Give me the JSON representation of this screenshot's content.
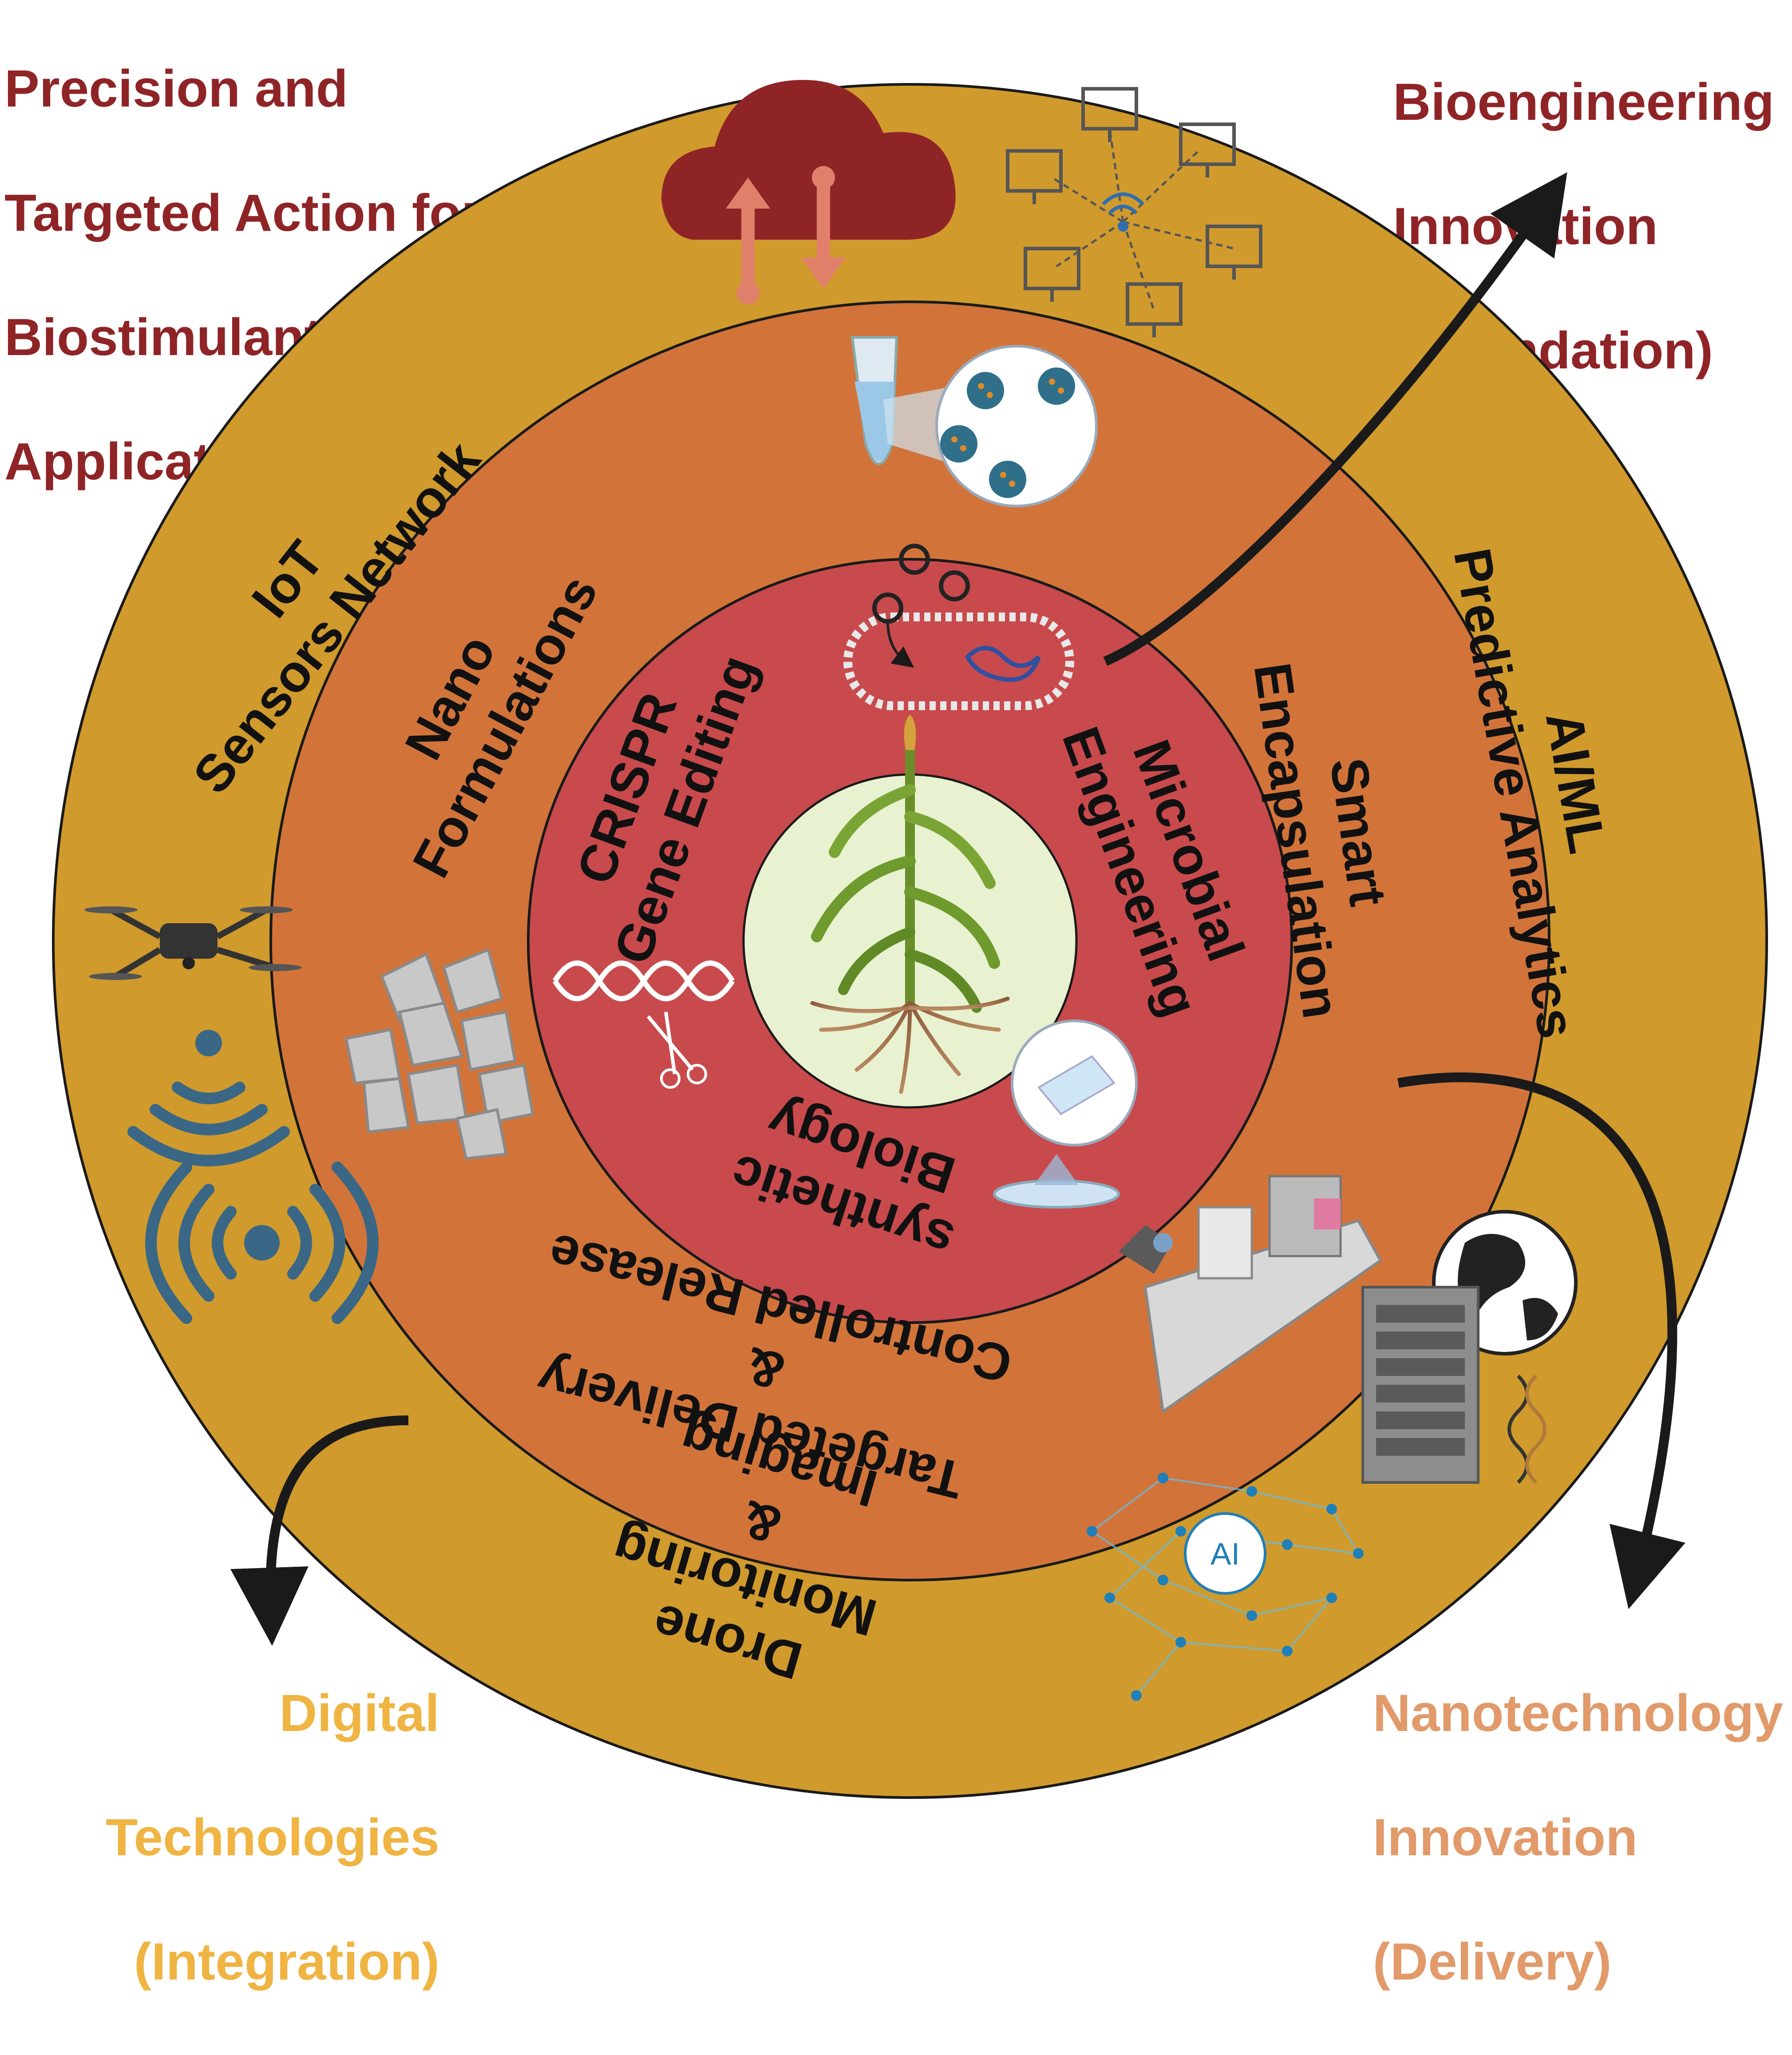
{
  "corners": {
    "top_left": [
      "Precision and",
      "Targeted Action for",
      "Biostimulants",
      "Applications"
    ],
    "top_right": [
      "Bioengineering",
      "Innovation",
      "(Foundation)"
    ],
    "bottom_left": [
      "Digital",
      "Technologies",
      "(Integration)"
    ],
    "bottom_right": [
      "Nanotechnology",
      "Innovation",
      "(Delivery)"
    ]
  },
  "outer_ring": {
    "iot": [
      "IoT",
      "Sensors Network"
    ],
    "aiml": [
      "AI/ML",
      "Predictive Analytics"
    ],
    "drone": [
      "Drone",
      "Monitoring",
      "&",
      "Imaging"
    ]
  },
  "middle_ring": {
    "nano": [
      "Nano",
      "Formulations"
    ],
    "smart": [
      "Smart",
      "Encapsulation"
    ],
    "targeted": [
      "Targeted Delivery",
      "&",
      "Controlled Release"
    ]
  },
  "inner_ring": {
    "crispr": [
      "CRISPR",
      "Gene Editing"
    ],
    "microbial": [
      "Microbial",
      "Engineering"
    ],
    "synthetic": [
      "synthetic",
      "Biology"
    ]
  },
  "icons": {
    "ai_badge": "AI"
  },
  "colors": {
    "outer_ring": "#d09a2c",
    "middle_ring": "#d2743a",
    "inner_ring": "#c94a4c",
    "center": "#e8f1d0",
    "heading_red": "#8f2427",
    "heading_yellow": "#f0b442",
    "heading_orange": "#e29a6a",
    "ring_border": "#1a1a1a"
  }
}
